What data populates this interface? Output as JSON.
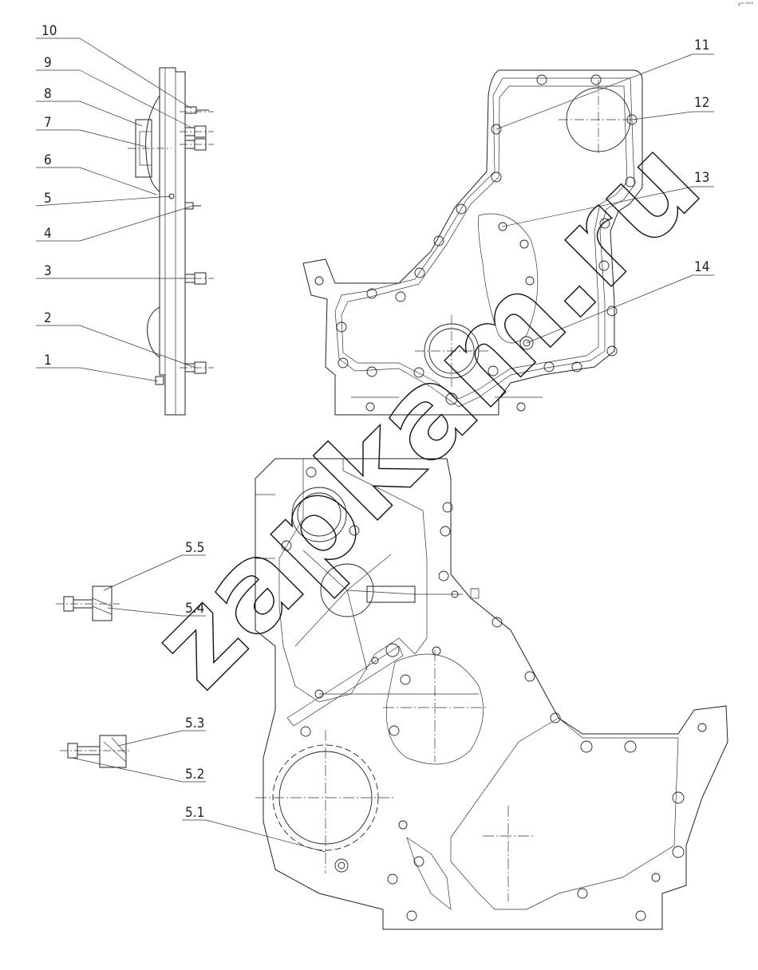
{
  "callouts_top": [
    "10",
    "9",
    "8",
    "7",
    "6",
    "5",
    "4",
    "3",
    "2",
    "1"
  ],
  "callouts_right": [
    "11",
    "12",
    "13",
    "14"
  ],
  "callouts_bottom": [
    "5.5",
    "5.4",
    "5.3",
    "5.2",
    "5.1"
  ],
  "watermark": "zapkam.ru",
  "corner_mark": "sᵃⁿ ²⁰⁰⁸"
}
